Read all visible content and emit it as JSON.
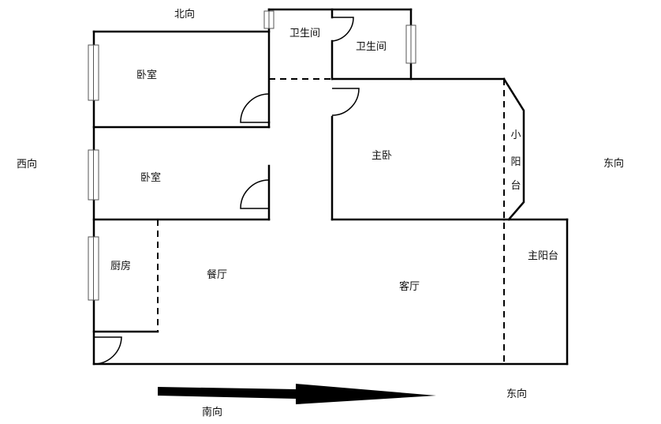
{
  "compass": {
    "north": "北向",
    "south": "南向",
    "west": "西向",
    "east_top": "东向",
    "east_bottom": "东向"
  },
  "rooms": {
    "bathroom_1": "卫生间",
    "bathroom_2": "卫生间",
    "bedroom_1": "卧室",
    "bedroom_2": "卧室",
    "master_bedroom": "主卧",
    "small_balcony": [
      "小",
      "阳",
      "台"
    ],
    "kitchen": "厨房",
    "dining_room": "餐厅",
    "living_room": "客厅",
    "master_balcony": "主阳台"
  },
  "colors": {
    "wall": "#000000",
    "window": "#888888",
    "background": "#ffffff"
  }
}
